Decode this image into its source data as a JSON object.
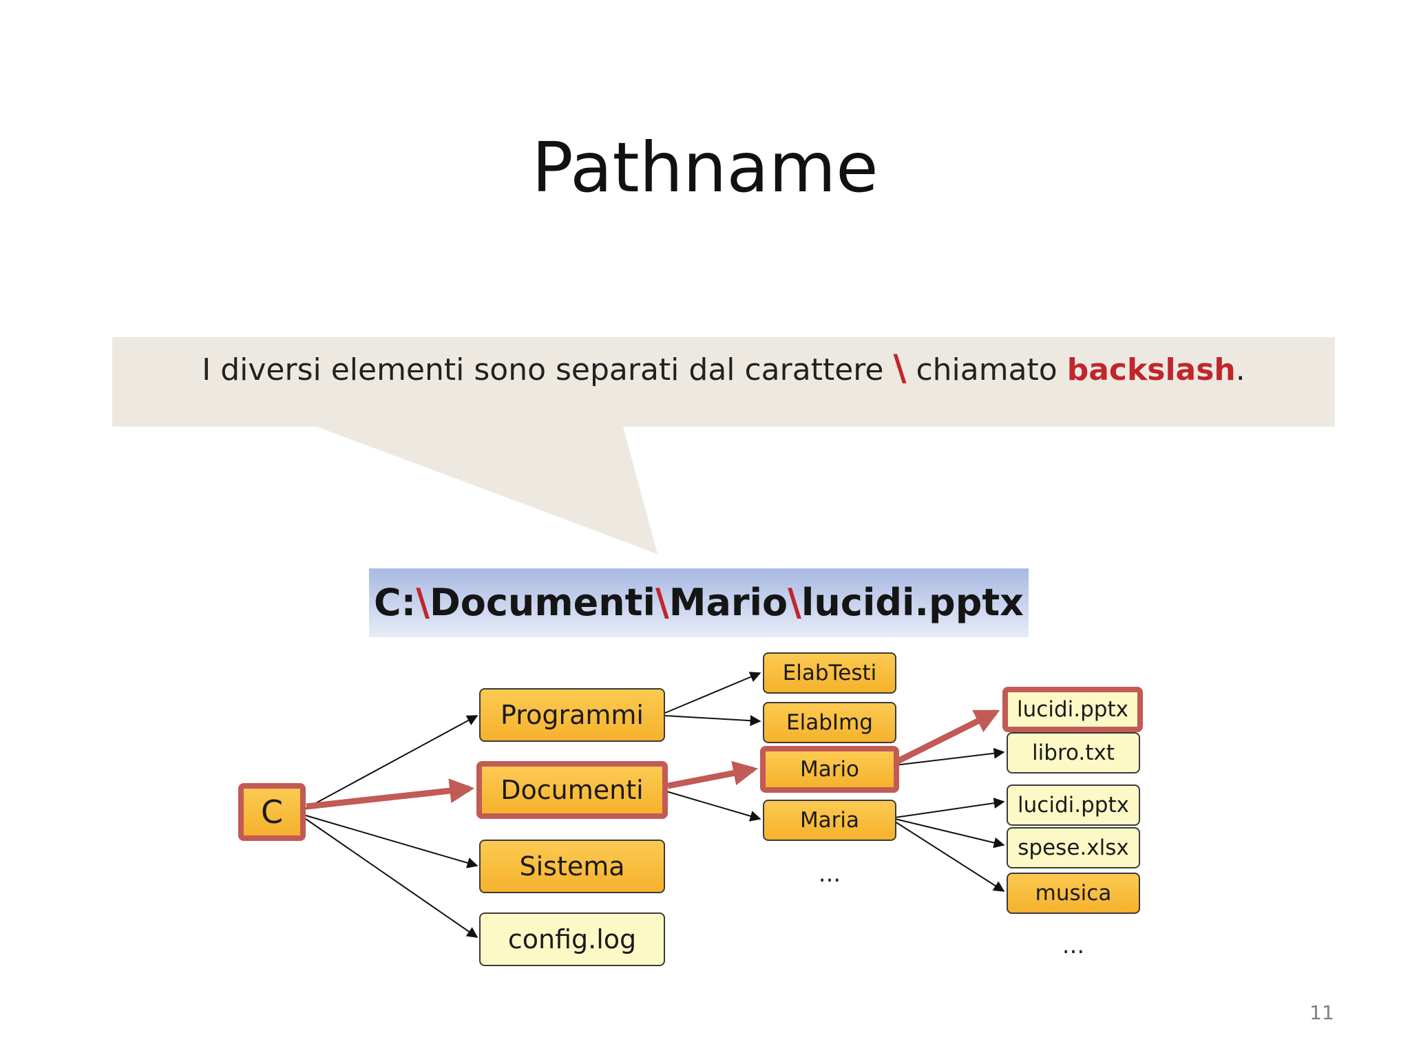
{
  "title": "Pathname",
  "callout": {
    "text_before": "I diversi elementi sono separati dal carattere",
    "symbol": "\\",
    "text_middle": "chiamato",
    "emphasis": "backslash",
    "text_after": "."
  },
  "path": {
    "parts": [
      "C:",
      "Documenti",
      "Mario",
      "lucidi.pptx"
    ],
    "separator": "\\"
  },
  "tree": {
    "root": "C",
    "level1": [
      "Programmi",
      "Documenti",
      "Sistema",
      "config.log"
    ],
    "level2": [
      "ElabTesti",
      "ElabImg",
      "Mario",
      "Maria"
    ],
    "level2_more": "...",
    "level3": [
      "lucidi.pptx",
      "libro.txt",
      "lucidi.pptx",
      "spese.xlsx",
      "musica"
    ],
    "level3_more": "..."
  },
  "page_number": "11",
  "colors": {
    "highlight": "#c25a55",
    "folder": "#f7b733",
    "file": "#fdf9c6",
    "accent_red": "#c0262c"
  }
}
